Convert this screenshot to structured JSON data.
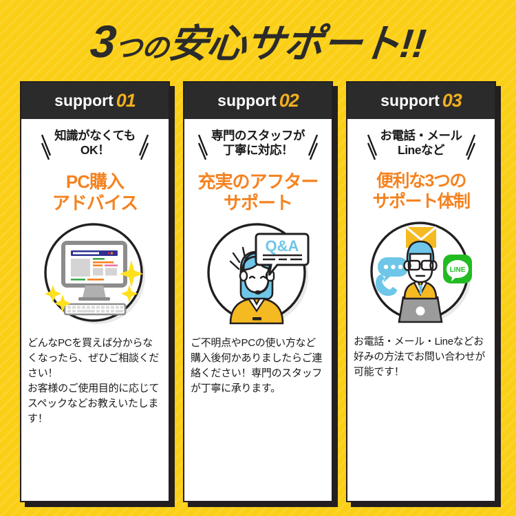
{
  "banner": {
    "title_parts": {
      "num": "3",
      "small": "つの",
      "main": "安心サポート",
      "bang": "!!"
    },
    "title_full": "3つの安心サポート!!",
    "bg_color": "#fbcf16",
    "accent_orange": "#f5821f",
    "dark": "#2b2b2b"
  },
  "cards": [
    {
      "badge_label": "support",
      "badge_number": "01",
      "sub_headline": "知識がなくても\nOK！",
      "big_headline": "PC購入\nアドバイス",
      "illustration": "desktop-monitor-sparkle-icon",
      "body": "どんなPCを買えば分からなくなったら、ぜひご相談ください！\nお客様のご使用目的に応じてスペックなどお教えいたします！"
    },
    {
      "badge_label": "support",
      "badge_number": "02",
      "sub_headline": "専門のスタッフが\n丁寧に対応！",
      "big_headline": "充実のアフター\nサポート",
      "illustration": "operator-qa-bubble-icon",
      "illustration_bubble_text": "Q&A",
      "body": "ご不明点やPCの使い方など購入後何かありましたらご連絡ください！専門のスタッフが丁寧に承ります。"
    },
    {
      "badge_label": "support",
      "badge_number": "03",
      "sub_headline": "お電話・メール\nLineなど",
      "big_headline": "便利な3つの\nサポート体制",
      "illustration": "man-laptop-contact-channels-icon",
      "illustration_line_badge": "LINE",
      "body": "お電話・メール・Lineなどお好みの方法でお問い合わせが可能です！"
    }
  ]
}
